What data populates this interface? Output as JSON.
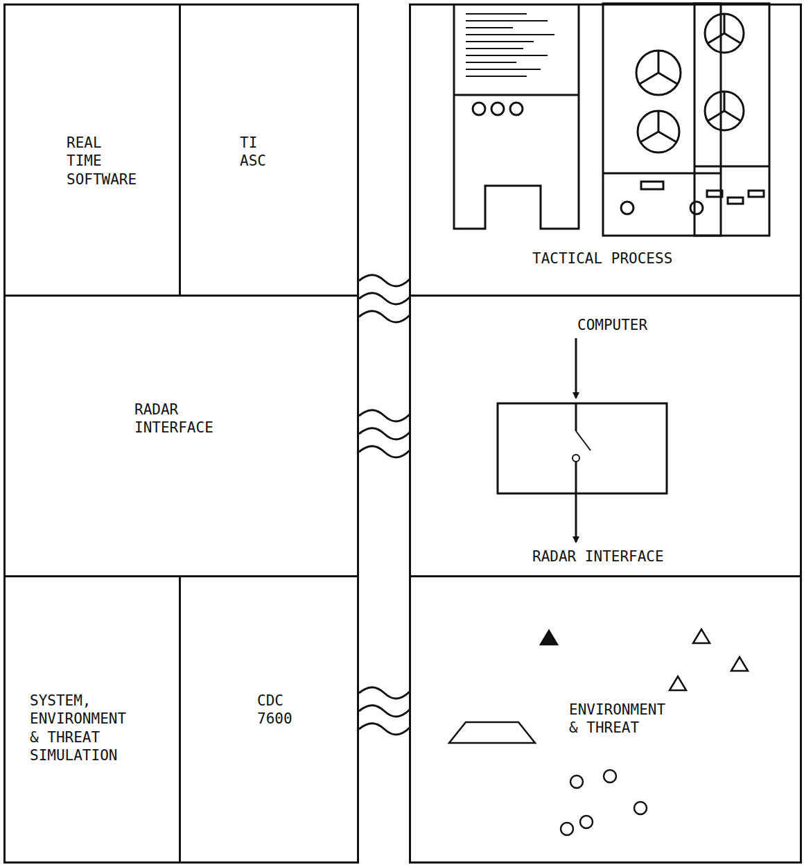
{
  "diagram": {
    "nodes": [
      {
        "text": [
          "REAL TIME SOFTWARE"
        ]
      },
      {
        "text": [
          "TI ASC"
        ]
      },
      {
        "text": [
          "RADAR INTERFACE"
        ]
      },
      {
        "text": [
          "SYSTEM, ENVIRONMENT & THREAT SIMULATION"
        ]
      },
      {
        "text": [
          "CDC 7600"
        ]
      },
      {
        "text": [
          "TACTICAL PROCESS"
        ]
      },
      {
        "text": [
          "COMPUTER",
          "RADAR INTERFACE"
        ]
      },
      {
        "text": [
          "ENVIRONMENT & THREAT"
        ]
      }
    ],
    "edges": [
      {
        "from": 1,
        "to": 5,
        "arrow": "none"
      },
      {
        "from": 2,
        "to": 6,
        "arrow": "none"
      },
      {
        "from": 4,
        "to": 7,
        "arrow": "none"
      }
    ]
  }
}
